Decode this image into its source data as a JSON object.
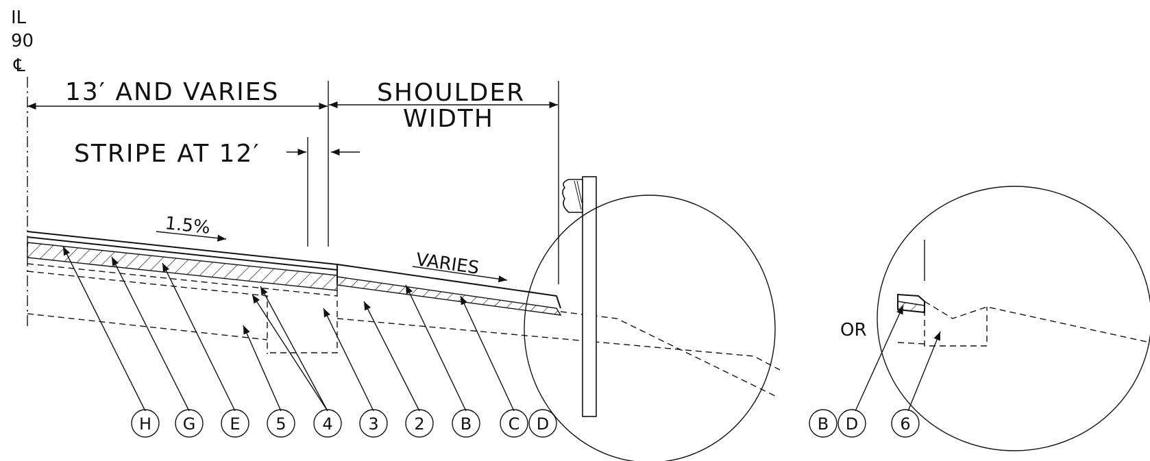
{
  "centerline_label": {
    "line1": "IL",
    "line2": "90",
    "line3": "℄"
  },
  "dimensions": {
    "lane_width": "13′ AND VARIES",
    "shoulder_width_line1": "SHOULDER",
    "shoulder_width_line2": "WIDTH",
    "stripe": "STRIPE AT 12′"
  },
  "slopes": {
    "lane_slope": "1.5%",
    "shoulder_slope": "VARIES"
  },
  "alt_label": "OR",
  "callouts": [
    {
      "id": "H"
    },
    {
      "id": "G"
    },
    {
      "id": "E"
    },
    {
      "id": "5"
    },
    {
      "id": "4"
    },
    {
      "id": "3"
    },
    {
      "id": "2"
    },
    {
      "id": "B"
    },
    {
      "id": "C"
    },
    {
      "id": "D"
    }
  ],
  "alt_callouts": [
    {
      "id": "B"
    },
    {
      "id": "D"
    },
    {
      "id": "6"
    }
  ]
}
